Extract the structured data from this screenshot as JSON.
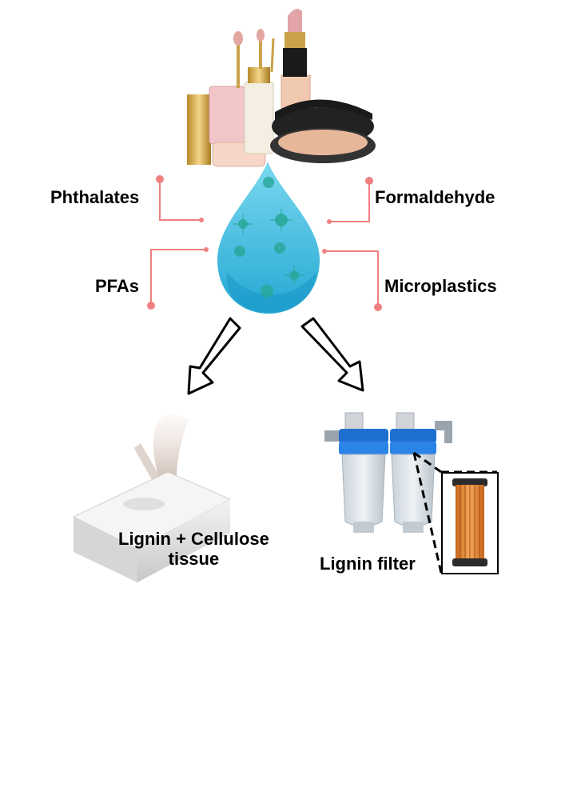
{
  "contaminants": {
    "phthalates": "Phthalates",
    "formaldehyde": "Formaldehyde",
    "pfas": "PFAs",
    "microplastics": "Microplastics"
  },
  "outcomes": {
    "tissue_line1": "Lignin + Cellulose",
    "tissue_line2": "tissue",
    "filter": "Lignin filter"
  },
  "icons": [
    "cosmetics-icon",
    "water-drop-icon",
    "tissue-box-icon",
    "water-filter-icon",
    "filter-cartridge-icon"
  ],
  "colors": {
    "connector": "#f08080",
    "drop": "#4cc4e4",
    "microbe": "#2aa89a",
    "filter_cap": "#1f6fd0",
    "cartridge": "#e08a3c"
  }
}
